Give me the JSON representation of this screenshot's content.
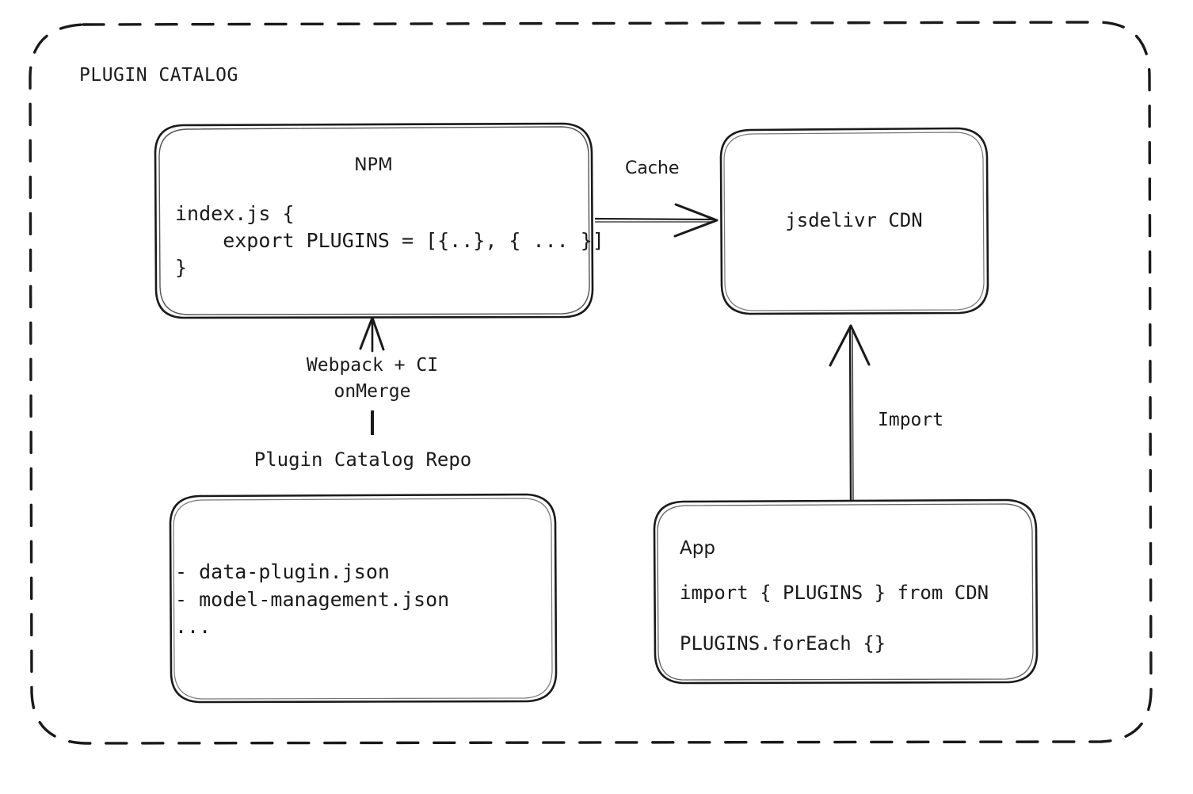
{
  "diagram": {
    "container": {
      "title": "PLUGIN CATALOG",
      "border_style": "dashed",
      "border_color": "#1a1a1a"
    },
    "nodes": {
      "npm": {
        "title": "NPM",
        "code": "index.js {\n    export PLUGINS = [{..}, { ... }]\n}"
      },
      "cdn": {
        "title": "jsdelivr CDN"
      },
      "repo": {
        "caption": "Plugin Catalog Repo",
        "files": "- data-plugin.json\n- model-management.json\n..."
      },
      "app": {
        "title": "App",
        "code_line_1": "import { PLUGINS } from CDN",
        "code_line_2": "PLUGINS.forEach {}"
      }
    },
    "edges": {
      "cache": {
        "label": "Cache",
        "from": "npm",
        "to": "cdn"
      },
      "build": {
        "label": "Webpack + CI\nonMerge",
        "from": "repo",
        "to": "npm"
      },
      "import": {
        "label": "Import",
        "from": "app",
        "to": "cdn"
      }
    },
    "colors": {
      "ink": "#1a1a1a",
      "background": "#ffffff"
    }
  }
}
